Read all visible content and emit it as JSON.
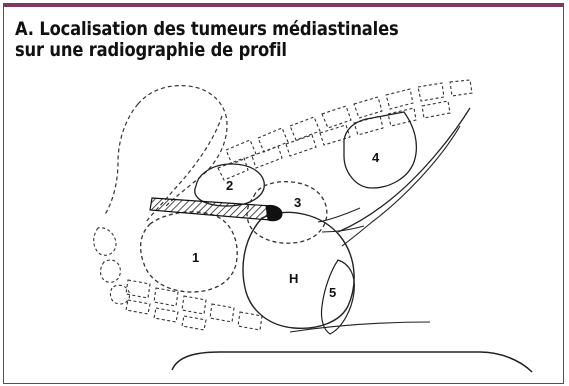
{
  "figure": {
    "title_line1": "A. Localisation des tumeurs médiastinales",
    "title_line2": "sur une radiographie de profil",
    "frame_color": "#7d3a5e"
  },
  "labels": {
    "l1": "1",
    "l2": "2",
    "l3": "3",
    "l4": "4",
    "l5": "5",
    "lH": "H"
  }
}
